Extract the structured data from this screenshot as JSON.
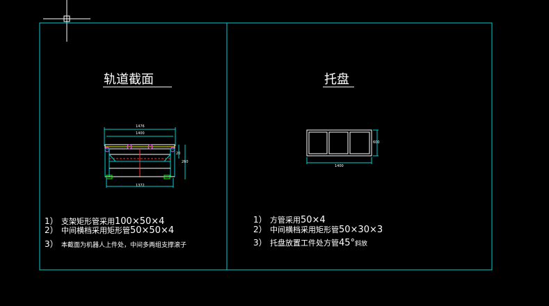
{
  "left_panel": {
    "title": "轨道截面",
    "dims": {
      "w1": "1476",
      "w2": "1400",
      "w3": "1372",
      "h1": "20",
      "h2": "260"
    },
    "notes": [
      {
        "num": "1）",
        "text": "支架矩形管采用",
        "big": "100×50×4"
      },
      {
        "num": "2）",
        "text": "中间横档采用矩形管",
        "big": "50×50×4"
      },
      {
        "num": "3）",
        "text": "本截面为机器人上件处，中间多两组支撑滚子",
        "big": ""
      }
    ]
  },
  "right_panel": {
    "title": "托盘",
    "dims": {
      "width": "1400",
      "height": "600"
    },
    "notes": [
      {
        "num": "1）",
        "text": "方管采用",
        "big": "50×4"
      },
      {
        "num": "2）",
        "text": "中间横档采用矩形管",
        "big": "50×30×3"
      },
      {
        "num": "3）",
        "text": "托盘放置工件处方管",
        "big": "45°",
        "tail": "斜放"
      }
    ]
  },
  "colors": {
    "frame": "#00d0d0",
    "background": "#000000",
    "text": "#ffffff"
  }
}
